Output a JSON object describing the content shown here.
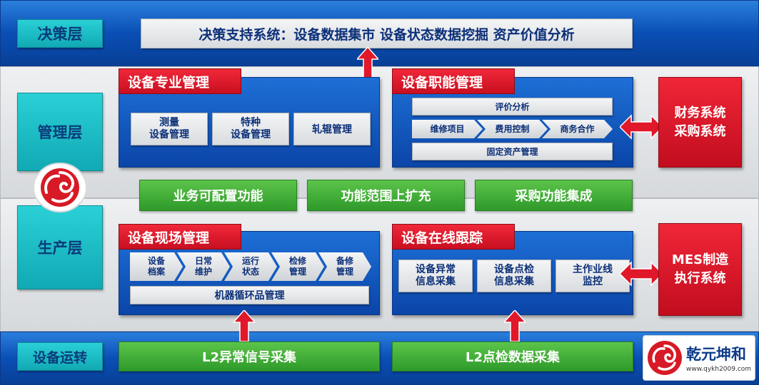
{
  "layers": {
    "decision": "决策层",
    "management": "管理层",
    "production": "生产层",
    "operation": "设备运转"
  },
  "decision_system": "决策支持系统：设备数据集市 设备状态数据挖掘 资产价值分析",
  "equipment_professional": {
    "title": "设备专业管理",
    "items": [
      "测量\n设备管理",
      "特种\n设备管理",
      "轧辊管理"
    ]
  },
  "equipment_function": {
    "title": "设备职能管理",
    "evaluation": "评价分析",
    "flow": [
      "维修项目",
      "费用控制",
      "商务合作"
    ],
    "fixed_assets": "固定资产管理"
  },
  "finance_system": "财务系统\n采购系统",
  "green_features": [
    "业务可配置功能",
    "功能范围上扩充",
    "采购功能集成"
  ],
  "field_management": {
    "title": "设备现场管理",
    "flow": [
      "设备\n档案",
      "日常\n维护",
      "运行\n状态",
      "检修\n管理",
      "备修\n管理"
    ],
    "circulation": "机器循环品管理"
  },
  "online_tracking": {
    "title": "设备在线跟踪",
    "items": [
      "设备异常\n信息采集",
      "设备点检\n信息采集",
      "主作业线\n监控"
    ]
  },
  "mes_system": "MES制造\n执行系统",
  "collection": [
    "L2异常信号采集",
    "L2点检数据采集"
  ],
  "brand": {
    "name": "乾元坤和",
    "url": "www.qykh2009.com"
  },
  "colors": {
    "band_blue": "#0a4fb5",
    "layer_label": "#11a9b4",
    "panel_red": "#c80f20",
    "feature_green": "#2e9a2a"
  }
}
